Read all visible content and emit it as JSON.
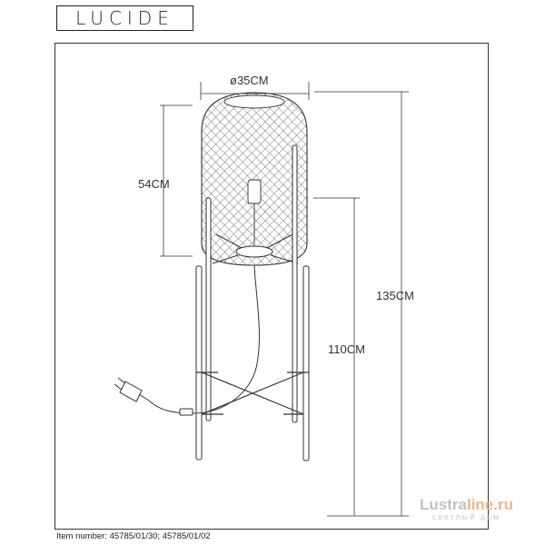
{
  "brand": {
    "logo_text": "LUCIDE"
  },
  "dimensions": {
    "diameter": "ø35CM",
    "shade_height": "54CM",
    "total_height": "135CM",
    "base_height": "110CM"
  },
  "footer": {
    "item_number": "Item number: 45785/01/30;  45785/01/02"
  },
  "watermark": {
    "main_prefix": "Lustra",
    "main_accent": "line.ru",
    "sub": "светлый дом"
  }
}
